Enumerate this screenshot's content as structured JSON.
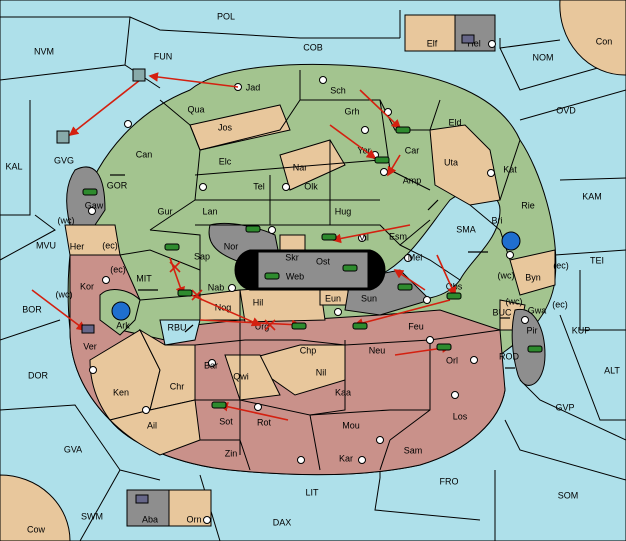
{
  "colors": {
    "sea": "#aee0ea",
    "green_power": "#a3c48f",
    "red_power": "#c9918a",
    "neutral": "#e8c79c",
    "impassable": "#8e8e8e",
    "order_arrow": "#d42010",
    "unit_green": "#2e8b2e",
    "unit_blue": "#1f6fcf"
  },
  "sea_regions": [
    {
      "id": "POL",
      "label": "POL"
    },
    {
      "id": "NVM",
      "label": "NVM"
    },
    {
      "id": "FUN",
      "label": "FUN"
    },
    {
      "id": "COB",
      "label": "COB"
    },
    {
      "id": "NOM",
      "label": "NOM"
    },
    {
      "id": "OVD",
      "label": "OVD"
    },
    {
      "id": "KAL",
      "label": "KAL"
    },
    {
      "id": "KAM",
      "label": "KAM"
    },
    {
      "id": "MVU",
      "label": "MVU"
    },
    {
      "id": "TEI",
      "label": "TEI"
    },
    {
      "id": "BOR",
      "label": "BOR"
    },
    {
      "id": "KUP",
      "label": "KUP"
    },
    {
      "id": "DOR",
      "label": "DOR"
    },
    {
      "id": "ALT",
      "label": "ALT"
    },
    {
      "id": "GVP",
      "label": "GVP"
    },
    {
      "id": "GVA",
      "label": "GVA"
    },
    {
      "id": "FRO",
      "label": "FRO"
    },
    {
      "id": "SOM",
      "label": "SOM"
    },
    {
      "id": "SWM",
      "label": "SWM"
    },
    {
      "id": "LIT",
      "label": "LIT"
    },
    {
      "id": "DAX",
      "label": "DAX"
    },
    {
      "id": "GOR",
      "label": "GOR"
    },
    {
      "id": "MIT",
      "label": "MIT"
    },
    {
      "id": "RBU",
      "label": "RBU"
    },
    {
      "id": "SMA",
      "label": "SMA"
    },
    {
      "id": "BUC",
      "label": "BUC"
    },
    {
      "id": "ROD",
      "label": "ROD"
    }
  ],
  "provinces": [
    {
      "id": "Jad",
      "label": "Jad"
    },
    {
      "id": "Sch",
      "label": "Sch"
    },
    {
      "id": "Qua",
      "label": "Qua"
    },
    {
      "id": "Jos",
      "label": "Jos"
    },
    {
      "id": "Grh",
      "label": "Grh"
    },
    {
      "id": "Eld",
      "label": "Eld"
    },
    {
      "id": "Can",
      "label": "Can"
    },
    {
      "id": "Car",
      "label": "Car"
    },
    {
      "id": "Yor",
      "label": "Yor"
    },
    {
      "id": "Elc",
      "label": "Elc"
    },
    {
      "id": "Nar",
      "label": "Nar"
    },
    {
      "id": "Uta",
      "label": "Uta"
    },
    {
      "id": "Kat",
      "label": "Kat"
    },
    {
      "id": "Amp",
      "label": "Amp"
    },
    {
      "id": "Tel",
      "label": "Tel"
    },
    {
      "id": "Olk",
      "label": "Olk"
    },
    {
      "id": "Gur",
      "label": "Gur"
    },
    {
      "id": "Lan",
      "label": "Lan"
    },
    {
      "id": "Hug",
      "label": "Hug"
    },
    {
      "id": "Rie",
      "label": "Rie"
    },
    {
      "id": "Gaw",
      "label": "Gaw"
    },
    {
      "id": "Bri",
      "label": "Bri"
    },
    {
      "id": "Vil",
      "label": "Vil"
    },
    {
      "id": "Esm",
      "label": "Esm"
    },
    {
      "id": "Nor",
      "label": "Nor"
    },
    {
      "id": "Her",
      "label": "Her"
    },
    {
      "id": "Sap",
      "label": "Sap"
    },
    {
      "id": "Skr",
      "label": "Skr"
    },
    {
      "id": "Ost",
      "label": "Ost"
    },
    {
      "id": "Mel",
      "label": "Mel"
    },
    {
      "id": "Web",
      "label": "Web"
    },
    {
      "id": "Byn",
      "label": "Byn"
    },
    {
      "id": "Kor",
      "label": "Kor"
    },
    {
      "id": "Nab",
      "label": "Nab"
    },
    {
      "id": "Obs",
      "label": "Obs"
    },
    {
      "id": "Eun",
      "label": "Eun"
    },
    {
      "id": "Sun",
      "label": "Sun"
    },
    {
      "id": "Hil",
      "label": "Hil"
    },
    {
      "id": "Nog",
      "label": "Nog"
    },
    {
      "id": "Gwa",
      "label": "Gwa"
    },
    {
      "id": "Ark",
      "label": "Ark"
    },
    {
      "id": "Urg",
      "label": "Urg"
    },
    {
      "id": "Feu",
      "label": "Feu"
    },
    {
      "id": "Pir",
      "label": "Pir"
    },
    {
      "id": "Ver",
      "label": "Ver"
    },
    {
      "id": "Chp",
      "label": "Chp"
    },
    {
      "id": "Neu",
      "label": "Neu"
    },
    {
      "id": "Orl",
      "label": "Orl"
    },
    {
      "id": "Bar",
      "label": "Bar"
    },
    {
      "id": "Qwi",
      "label": "Qwi"
    },
    {
      "id": "Nil",
      "label": "Nil"
    },
    {
      "id": "Ken",
      "label": "Ken"
    },
    {
      "id": "Chr",
      "label": "Chr"
    },
    {
      "id": "Kaa",
      "label": "Kaa"
    },
    {
      "id": "Los",
      "label": "Los"
    },
    {
      "id": "Ail",
      "label": "Ail"
    },
    {
      "id": "Sot",
      "label": "Sot"
    },
    {
      "id": "Rot",
      "label": "Rot"
    },
    {
      "id": "Mou",
      "label": "Mou"
    },
    {
      "id": "Sam",
      "label": "Sam"
    },
    {
      "id": "Zin",
      "label": "Zin"
    },
    {
      "id": "Kar",
      "label": "Kar"
    },
    {
      "id": "Elf",
      "label": "Elf"
    },
    {
      "id": "Hel",
      "label": "Hel"
    },
    {
      "id": "Con",
      "label": "Con"
    },
    {
      "id": "Cow",
      "label": "Cow"
    },
    {
      "id": "Aba",
      "label": "Aba"
    },
    {
      "id": "Orn",
      "label": "Orn"
    },
    {
      "id": "GVG",
      "label": "GVG"
    }
  ],
  "coast_labels": {
    "wc": "(wc)",
    "ec": "(ec)"
  },
  "units_note": "Green armies/fleets shown as tank icons; blue fleets as circular icons.",
  "units": [
    {
      "type": "army",
      "color": "green",
      "at": "Car"
    },
    {
      "type": "army",
      "color": "green",
      "at": "Yor"
    },
    {
      "type": "army",
      "color": "green",
      "at": "Gaw"
    },
    {
      "type": "army",
      "color": "green",
      "at": "Nor"
    },
    {
      "type": "army",
      "color": "green",
      "at": "Vil"
    },
    {
      "type": "army",
      "color": "green",
      "at": "Sap"
    },
    {
      "type": "army",
      "color": "green",
      "at": "Nab"
    },
    {
      "type": "army",
      "color": "green",
      "at": "Web"
    },
    {
      "type": "army",
      "color": "green",
      "at": "Ost"
    },
    {
      "type": "army",
      "color": "green",
      "at": "Sun"
    },
    {
      "type": "army",
      "color": "green",
      "at": "Obs"
    },
    {
      "type": "army",
      "color": "green",
      "at": "Urg"
    },
    {
      "type": "army",
      "color": "green",
      "at": "Feu"
    },
    {
      "type": "army",
      "color": "green",
      "at": "Orl"
    },
    {
      "type": "army",
      "color": "green",
      "at": "Sot"
    },
    {
      "type": "army",
      "color": "green",
      "at": "Pir"
    },
    {
      "type": "fleet",
      "color": "blue",
      "at": "Bri"
    },
    {
      "type": "fleet",
      "color": "blue",
      "at": "Ark"
    }
  ]
}
